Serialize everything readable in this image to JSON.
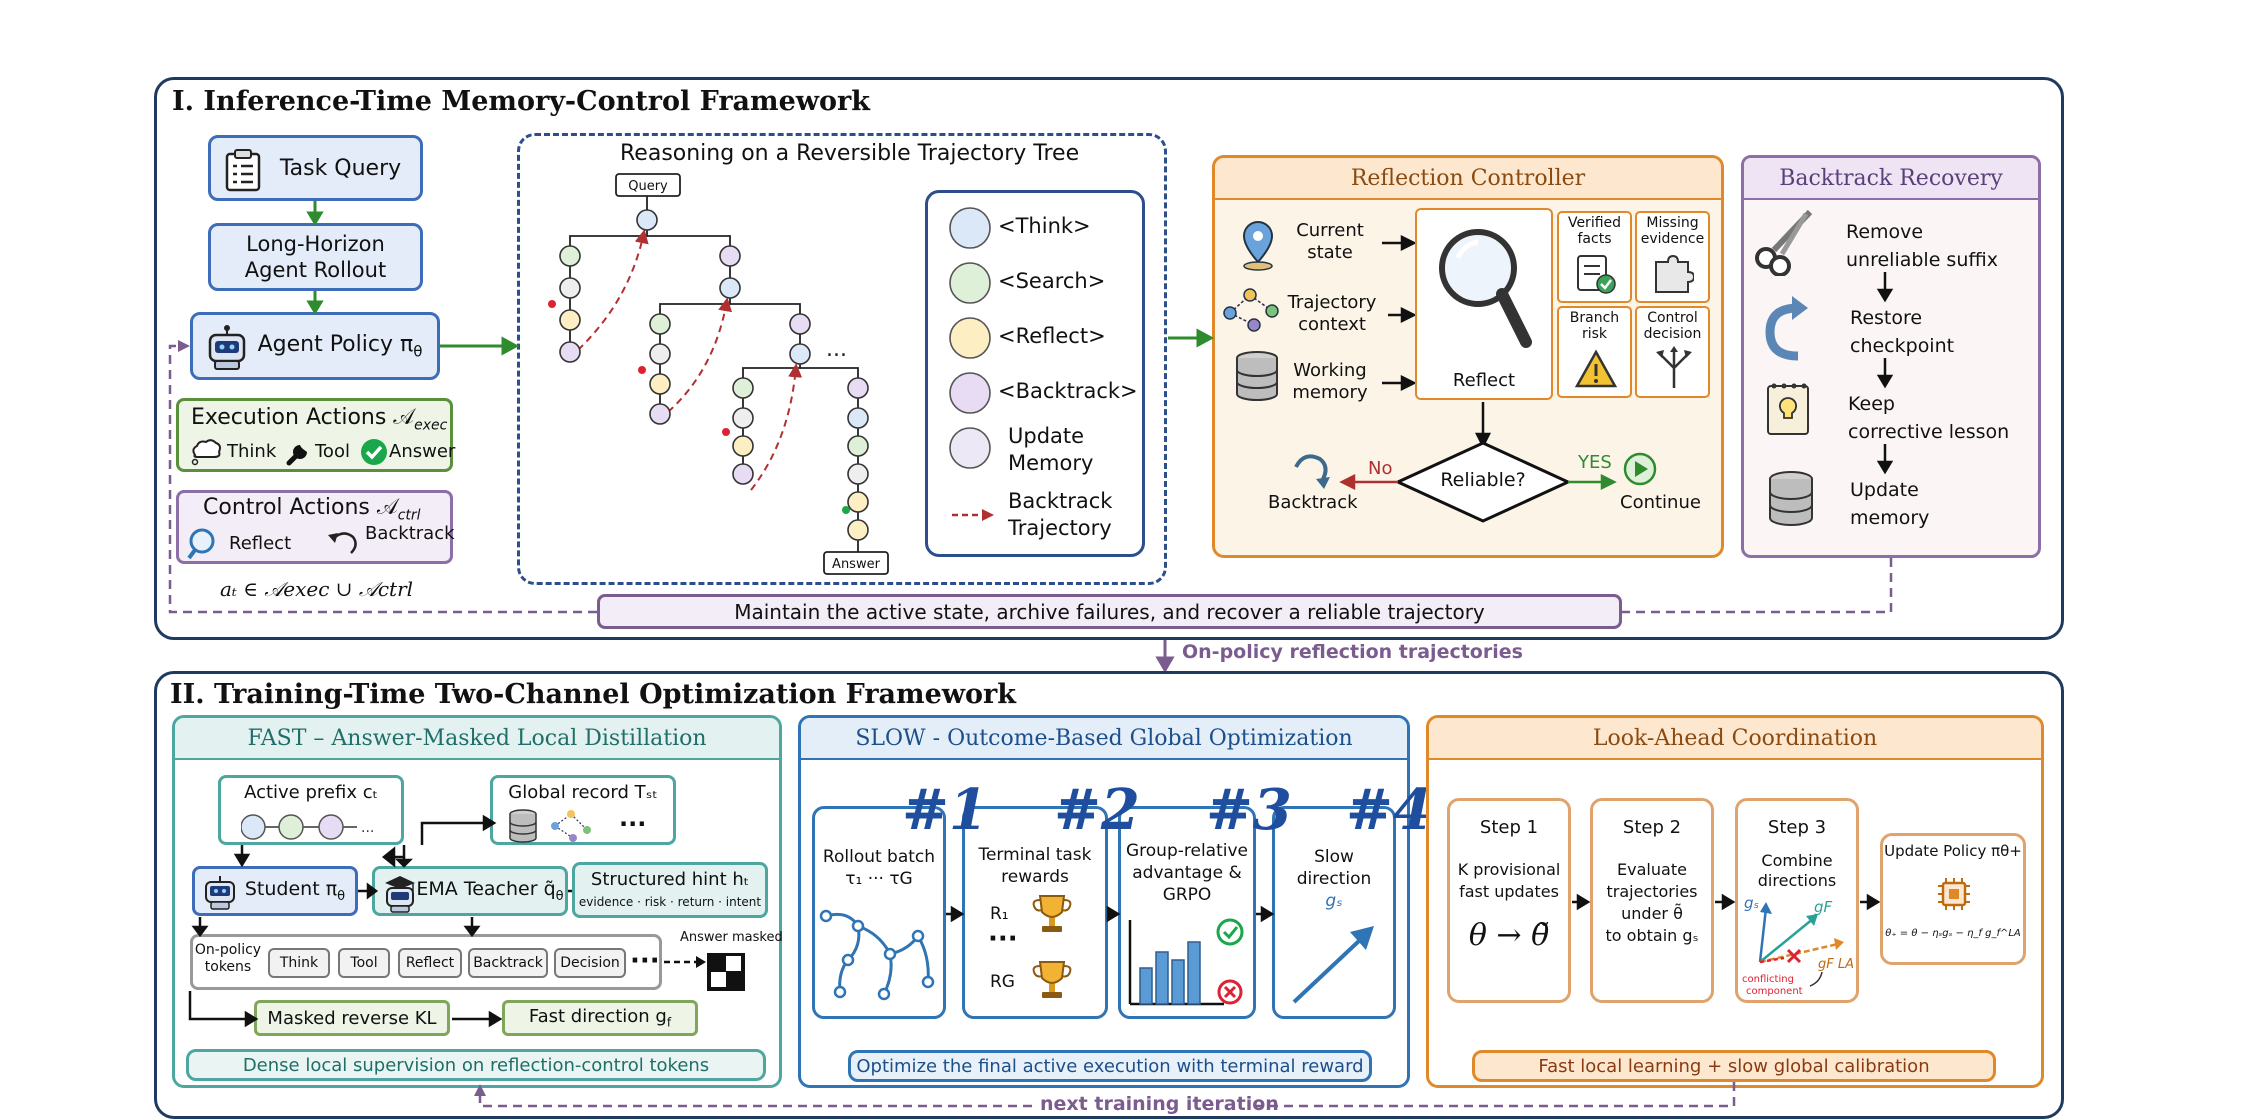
{
  "sec1": {
    "title": "I. Inference-Time Memory-Control Framework",
    "task_query": "Task Query",
    "rollout_1": "Long-Horizon",
    "rollout_2": "Agent Rollout",
    "agent_policy": "Agent Policy π",
    "agent_policy_sub": "θ",
    "exec_title": "Execution Actions 𝒜",
    "exec_sub": "exec",
    "exec_items": [
      "Think",
      "Tool",
      "Answer"
    ],
    "ctrl_title": "Control Actions 𝒜",
    "ctrl_sub": "ctrl",
    "ctrl_items": [
      "Reflect",
      "Backtrack"
    ],
    "formula": "aₜ ∈ 𝒜exec ∪ 𝒜ctrl",
    "tree_title": "Reasoning on a Reversible Trajectory Tree",
    "tree_query": "Query",
    "tree_answer": "Answer",
    "tree_ellipsis": "...",
    "legend": [
      "<Think>",
      "<Search>",
      "<Reflect>",
      "<Backtrack>",
      "Update",
      "Memory",
      "Backtrack",
      "Trajectory"
    ],
    "rc_title": "Reflection Controller",
    "rc_inputs": [
      "Current",
      "state",
      "Trajectory",
      "context",
      "Working",
      "memory"
    ],
    "rc_reflect": "Reflect",
    "rc_cards": [
      "Verified",
      "facts",
      "Missing",
      "evidence",
      "Branch",
      "risk",
      "Control",
      "decision"
    ],
    "rc_diamond": "Reliable?",
    "rc_no": "No",
    "rc_yes": "YES",
    "rc_backtrack": "Backtrack",
    "rc_continue": "Continue",
    "br_title": "Backtrack Recovery",
    "br_steps": [
      "Remove",
      "unreliable suffix",
      "Restore",
      "checkpoint",
      "Keep",
      "corrective lesson",
      "Update",
      "memory"
    ],
    "maintain": "Maintain the active state, archive failures, and recover a reliable trajectory"
  },
  "link": "On-policy reflection trajectories",
  "sec2": {
    "title": "II. Training-Time Two-Channel Optimization Framework",
    "fast_title": "FAST – Answer-Masked Local Distillation",
    "active_prefix": "Active prefix cₜ",
    "global_record": "Global record Tₛₜ",
    "student": "Student π",
    "student_sub": "θ",
    "teacher": "EMA Teacher q̃",
    "teacher_sub": "θ",
    "hint_title": "Structured hint hₜ",
    "hint_sub": "evidence · risk · return · intent",
    "onpolicy_1": "On-policy",
    "onpolicy_2": "tokens",
    "tokens": [
      "Think",
      "Tool",
      "Reflect",
      "Backtrack",
      "Decision"
    ],
    "answer_masked": "Answer masked",
    "masked_kl": "Masked reverse KL",
    "fast_dir": "Fast direction g",
    "fast_dir_sub": "f",
    "fast_foot": "Dense local supervision on reflection-control tokens",
    "slow_title": "SLOW - Outcome-Based Global Optimization",
    "slow_nums": [
      "#1",
      "#2",
      "#3",
      "#4"
    ],
    "slow_c1": [
      "Rollout batch",
      "τ₁ ··· τG"
    ],
    "slow_c2": [
      "Terminal task",
      "rewards",
      "R₁",
      "RG"
    ],
    "slow_c3": [
      "Group-relative",
      "advantage &",
      "GRPO"
    ],
    "slow_c4": [
      "Slow",
      "direction",
      "gₛ"
    ],
    "slow_foot": "Optimize the final active execution with terminal reward",
    "la_title": "Look-Ahead Coordination",
    "la_s1": [
      "Step 1",
      "K provisional",
      "fast updates",
      "θ → θ̃"
    ],
    "la_s2": [
      "Step 2",
      "Evaluate",
      "trajectories",
      "under θ̃",
      "to obtain gₛ"
    ],
    "la_s3": [
      "Step 3",
      "Combine",
      "directions",
      "gₛ",
      "gF",
      "gF LA",
      "conflicting",
      "component"
    ],
    "la_s4": [
      "Update Policy πθ+",
      "θ₊ = θ − ηₛgₛ − η_f g_f^LA"
    ],
    "la_foot": "Fast local learning + slow global calibration",
    "next_iter": "next training iteration"
  },
  "colors": {
    "navy": "#1f3a5f",
    "green_arrow": "#2e8b2e",
    "purple": "#7a5c8e",
    "orange": "#e0892a",
    "teal": "#2f8f8a",
    "blue": "#2f74b5"
  }
}
